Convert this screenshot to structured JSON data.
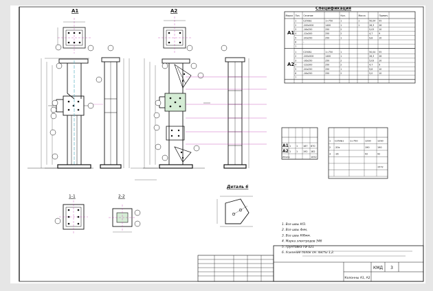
{
  "views": {
    "a1_title": "А1",
    "a2_title": "А2",
    "section_1_1": "1-1",
    "section_2_2": "2-2",
    "detail_6": "Деталь 6"
  },
  "spec": {
    "title": "Спецификация",
    "header": [
      "Марка",
      "Поз.",
      "Сечение",
      "",
      "Кол.",
      "",
      "Масса",
      "",
      "Примеч."
    ],
    "group_a1": "А1",
    "group_a2": "А2",
    "rows_a1": [
      [
        "1",
        "С250Б1",
        "1=750",
        "1",
        "1",
        "50,04",
        "55"
      ],
      [
        "2",
        "-200х500",
        "1400",
        "1",
        "1",
        "26,3",
        "26"
      ],
      [
        "3",
        "-16х250",
        "250",
        "2",
        "",
        "5,03",
        "10"
      ],
      [
        "4",
        "-12х200",
        "250",
        "2",
        "",
        "4,7",
        "9"
      ],
      [
        "5",
        "-20х250",
        "250",
        "1",
        "",
        "9,8",
        "10"
      ],
      [
        "6",
        "-",
        "",
        "",
        "",
        "",
        ""
      ],
      [
        "7",
        "",
        "",
        "",
        "",
        "",
        ""
      ]
    ],
    "rows_a2": [
      [
        "1",
        "С250Б1",
        "1=750",
        "1",
        "",
        "50,04",
        "55"
      ],
      [
        "2",
        "-200х500",
        "1400",
        "1",
        "",
        "26,3",
        "26"
      ],
      [
        "3",
        "-16х250",
        "250",
        "2",
        "",
        "5,03",
        "10"
      ],
      [
        "4",
        "-12х200",
        "250",
        "2",
        "",
        "4,7",
        "9"
      ],
      [
        "5",
        "-20х250",
        "250",
        "1",
        "",
        "9,8",
        "10"
      ],
      [
        "6",
        "-16х250",
        "250",
        "2",
        "",
        "5,0",
        "10"
      ],
      [
        "7",
        "",
        "",
        "",
        "",
        "",
        ""
      ]
    ]
  },
  "summary_table": {
    "rows": [
      [
        "",
        "",
        "",
        "",
        ""
      ],
      [
        "А1",
        "1",
        "1",
        "187",
        "870"
      ],
      [
        "А2",
        "1",
        "1",
        "192",
        "182"
      ],
      [
        "Итого",
        "",
        "",
        "",
        "1052"
      ]
    ]
  },
  "steel_table": {
    "rows": [
      [
        "1",
        "С250Б1",
        "1=750",
        "1290",
        "1290"
      ],
      [
        "2",
        "-20х",
        "",
        "190",
        "190"
      ],
      [
        "3",
        "-16",
        "",
        "92",
        "92"
      ],
      [
        "",
        "",
        "",
        "",
        ""
      ],
      [
        "",
        "",
        "",
        "",
        "1572"
      ],
      [
        "",
        "",
        "",
        "",
        ""
      ]
    ]
  },
  "notes": [
    "1. Все швы Кf3.",
    "2. Все швы 4мм,",
    "3. Все швы Кf6мм.",
    "4. Марка электродов Э46",
    "5. Грунтовка ГФ 021",
    "6. Усиление полок см. листы 1,2."
  ],
  "title_block": {
    "sheet_no": "3",
    "stage": "КМД",
    "sheet_name": "Колонны А1, А2"
  }
}
